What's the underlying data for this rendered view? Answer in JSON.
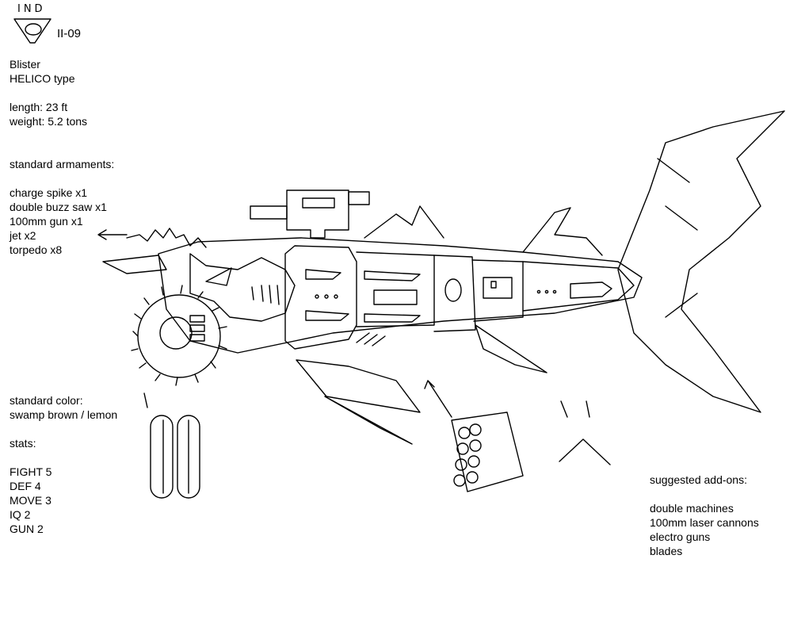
{
  "header": {
    "logo_text": "IND",
    "code": "II-09"
  },
  "unit": {
    "name": "Blister",
    "type": "HELICO type",
    "length": "length: 23 ft",
    "weight": "weight: 5.2 tons"
  },
  "armaments": {
    "heading": "standard armaments:",
    "items": [
      "charge spike x1",
      "double buzz saw x1",
      "100mm gun x1",
      "jet x2",
      "torpedo x8"
    ]
  },
  "color": {
    "heading": "standard color:",
    "value": "swamp brown / lemon"
  },
  "stats": {
    "heading": "stats:",
    "items": [
      "FIGHT 5",
      "DEF 4",
      "MOVE 3",
      "IQ 2",
      "GUN 2"
    ]
  },
  "addons": {
    "heading": "suggested add-ons:",
    "items": [
      "double machines",
      "100mm laser cannons",
      "electro guns",
      "blades"
    ]
  }
}
